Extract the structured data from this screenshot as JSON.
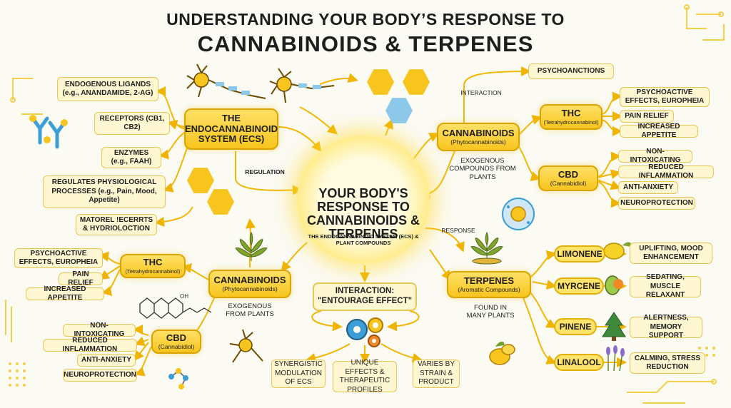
{
  "title": {
    "line1": "UNDERSTANDING YOUR BODY’S RESPONSE TO",
    "line2": "CANNABINOIDS & TERPENES"
  },
  "center": {
    "title": "YOUR BODY'S RESPONSE TO CANNABINOIDS & TERPENES",
    "subtitle": "THE ENDOCANNABINOID SYSTEM (ECS) & PLANT COMPOUNDS"
  },
  "ecs": {
    "title": "THE ENDOCANNABINOID SYSTEM (ECS)",
    "items": [
      "ENDOGENOUS LIGANDS (e.g., ANANDAMIDE, 2-AG)",
      "RECEPTORS (CB1, CB2)",
      "ENZYMES (e.g., FAAH)",
      "REGULATES PHYSIOLOGICAL PROCESSES (e.g., Pain, Mood, Appetite)",
      "MATOREL !ECERRTS & HYDRIOLOCTION"
    ],
    "regulation_label": "REGULATION"
  },
  "right_cannabinoids": {
    "title": "CANNABINOIDS",
    "subtitle": "(Phytocannabinoids)",
    "interaction_label": "INTERACTION",
    "psychoanctions": "PSYCHOANCTIONS",
    "exogenous": "EXOGENOUS COMPOUNDS FROM PLANTS",
    "thc": {
      "title": "THC",
      "subtitle": "(Tetrahydrocannabinol)",
      "effects": [
        "PSYCHOACTIVE EFFECTS, EUROPHEIA",
        "PAIN RELIEF",
        "INCREASED APPETITE"
      ]
    },
    "cbd": {
      "title": "CBD",
      "subtitle": "(Cannabidiol)",
      "effects": [
        "NON-INTOXICATING",
        "REDUCED INFLAMMATION",
        "ANTI-ANXIETY",
        "NEUROPROTECTION"
      ]
    }
  },
  "left_cannabinoids": {
    "title": "CANNABINOIDS",
    "subtitle": "(Phytocannabinoids)",
    "exogenous": "EXOGENOUS FROM PLANTS",
    "thc": {
      "title": "THC",
      "subtitle": "(Tetrahydrocannabinol)",
      "effects": [
        "PSYCHOACTIVE EFFECTS, EUROPHEIA",
        "PAIN RELIEF",
        "INCREASED APPETITE"
      ]
    },
    "cbd": {
      "title": "CBD",
      "subtitle": "(Cannabidiol)",
      "effects": [
        "NON-INTOXICATING",
        "REDUCED INFLAMMATION",
        "ANTI-ANXIETY",
        "NEUROPROTECTION"
      ]
    }
  },
  "terpenes": {
    "title": "TERPENES",
    "subtitle": "(Aromatic Compounds)",
    "response_label": "RESPONSE",
    "found": "FOUND IN MANY PLANTS",
    "items": [
      {
        "name": "LIMONENE",
        "effect": "UPLIFTING, MOOD ENHANCEMENT"
      },
      {
        "name": "MYRCENE",
        "effect": "SEDATING, MUSCLE RELAXANT"
      },
      {
        "name": "PINENE",
        "effect": "ALERTNESS, MEMORY SUPPORT"
      },
      {
        "name": "LINALOOL",
        "effect": "CALMING, STRESS REDUCTION"
      }
    ]
  },
  "interaction": {
    "title": "INTERACTION:",
    "subtitle": "\"ENTOURAGE EFFECT\"",
    "outcomes": [
      "SYNERGISTIC MODULATION OF ECS",
      "UNIQUE EFFECTS & THERAPEUTIC PROFILES",
      "VARIES BY STRAIN & PRODUCT"
    ]
  },
  "colors": {
    "accent": "#f7c51e",
    "accent_dark": "#d9a400",
    "box_fill": "#fff7d2",
    "wire": "#f0b400"
  },
  "icons": [
    "receptor-icon",
    "neuron-icon",
    "brain-icon",
    "cell-icon",
    "molecule-icon",
    "cannabis-leaf-icon",
    "gears-icon",
    "lemon-icon",
    "hops-icon",
    "pine-tree-icon",
    "lavender-icon",
    "mango-icon"
  ]
}
